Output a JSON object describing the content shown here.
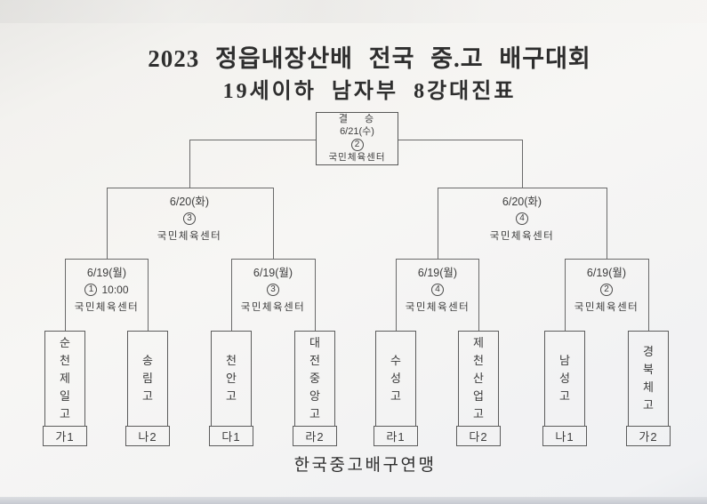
{
  "title": {
    "line1": "2023 정읍내장산배 전국 중.고 배구대회",
    "line2": "19세이하 남자부 8강대진표"
  },
  "final": {
    "round_label": "결 승",
    "date": "6/21(수)",
    "court_number": "2",
    "venue": "국민체육센터"
  },
  "semifinals": [
    {
      "date": "6/20(화)",
      "court_number": "3",
      "venue": "국민체육센터"
    },
    {
      "date": "6/20(화)",
      "court_number": "4",
      "venue": "국민체육센터"
    }
  ],
  "quarterfinals": [
    {
      "date": "6/19(월)",
      "court_number": "1",
      "time": "10:00",
      "venue": "국민체육센터"
    },
    {
      "date": "6/19(월)",
      "court_number": "3",
      "venue": "국민체육센터"
    },
    {
      "date": "6/19(월)",
      "court_number": "4",
      "venue": "국민체육센터"
    },
    {
      "date": "6/19(월)",
      "court_number": "2",
      "venue": "국민체육센터"
    }
  ],
  "teams": [
    {
      "name": "순천제일고",
      "seed": "가1"
    },
    {
      "name": "송림고",
      "seed": "나2"
    },
    {
      "name": "천안고",
      "seed": "다1"
    },
    {
      "name": "대전중앙고",
      "seed": "라2"
    },
    {
      "name": "수성고",
      "seed": "라1"
    },
    {
      "name": "제천산업고",
      "seed": "다2"
    },
    {
      "name": "남성고",
      "seed": "나1"
    },
    {
      "name": "경북체고",
      "seed": "가2"
    }
  ],
  "footer": {
    "organization": "한국중고배구연맹"
  }
}
